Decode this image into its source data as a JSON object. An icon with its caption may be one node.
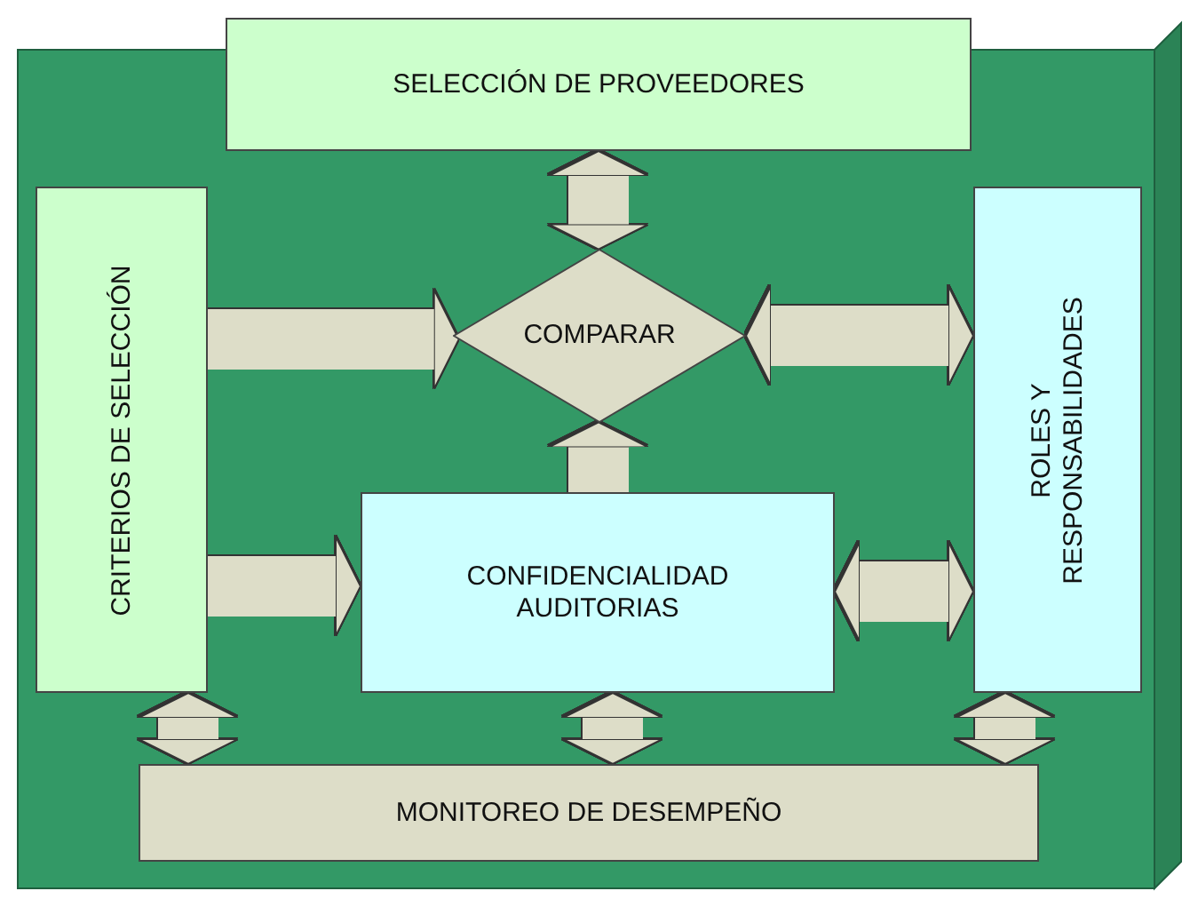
{
  "diagram": {
    "nodes": [
      {
        "text": [
          "SELECCIÓN DE PROVEEDORES"
        ]
      },
      {
        "text": [
          "CRITERIOS DE SELECCIÓN"
        ]
      },
      {
        "text": [
          "COMPARAR"
        ]
      },
      {
        "text": [
          "ROLES Y RESPONSABILIDADES"
        ]
      },
      {
        "text": [
          "CONFIDENCIALIDAD AUDITORIAS"
        ]
      },
      {
        "text": [
          "MONITOREO DE DESEMPEÑO"
        ]
      }
    ],
    "edges": [
      {
        "from": 0,
        "to": 2,
        "arrow": "both"
      },
      {
        "from": 1,
        "to": 2,
        "arrow": "to"
      },
      {
        "from": 2,
        "to": 3,
        "arrow": "both"
      },
      {
        "from": 4,
        "to": 2,
        "arrow": "to"
      },
      {
        "from": 1,
        "to": 4,
        "arrow": "to"
      },
      {
        "from": 4,
        "to": 3,
        "arrow": "both"
      },
      {
        "from": 1,
        "to": 5,
        "arrow": "both"
      },
      {
        "from": 4,
        "to": 5,
        "arrow": "both"
      },
      {
        "from": 3,
        "to": 5,
        "arrow": "both"
      }
    ]
  }
}
